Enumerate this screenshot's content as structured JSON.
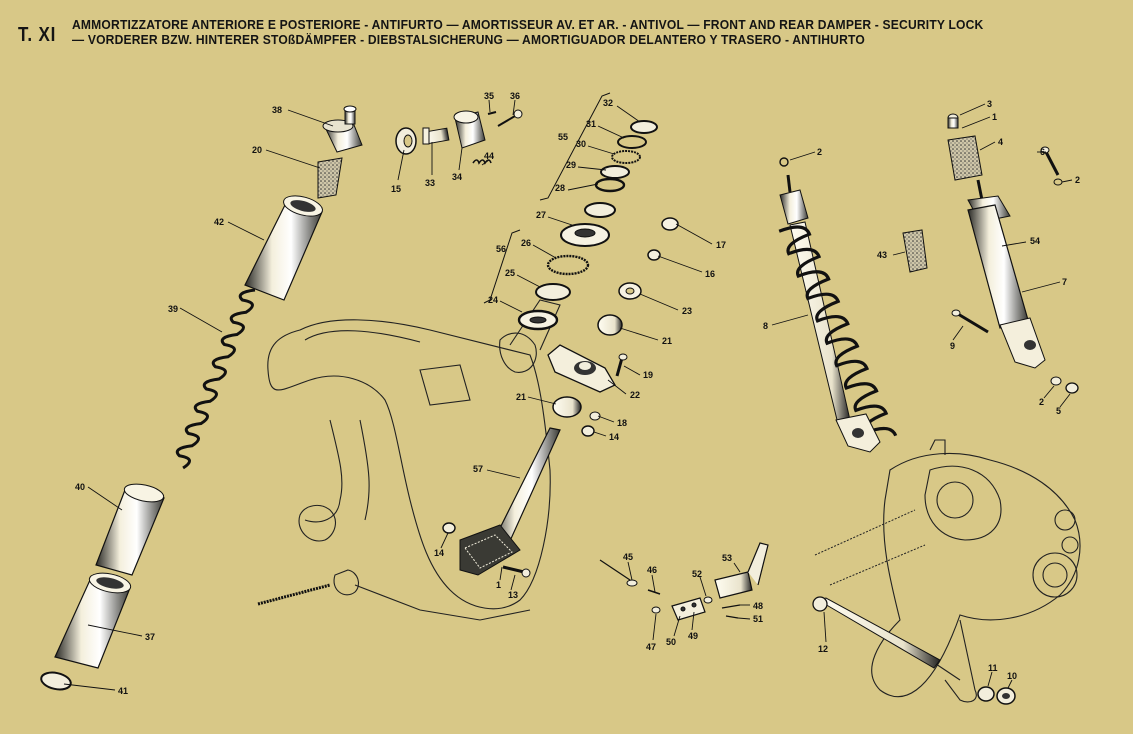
{
  "header": {
    "plate": "T. XI",
    "line1": "AMMORTIZZATORE ANTERIORE E POSTERIORE - ANTIFURTO — AMORTISSEUR AV. ET AR. - ANTIVOL — FRONT AND REAR DAMPER - SECURITY LOCK",
    "line2": "— VORDERER BZW. HINTERER STOßDÄMPFER - DIEBSTALSICHERUNG — AMORTIGUADOR DELANTERO Y TRASERO - ANTIHURTO"
  },
  "colors": {
    "background": "#d8c887",
    "ink": "#141414"
  },
  "callouts": [
    "38",
    "20",
    "42",
    "39",
    "40",
    "37",
    "41",
    "15",
    "33",
    "34",
    "35",
    "36",
    "44",
    "32",
    "31",
    "30",
    "29",
    "28",
    "27",
    "26",
    "25",
    "24",
    "55",
    "56",
    "17",
    "16",
    "23",
    "21",
    "19",
    "22",
    "21",
    "18",
    "14",
    "57",
    "14",
    "1",
    "13",
    "45",
    "46",
    "47",
    "50",
    "49",
    "52",
    "53",
    "48",
    "51",
    "2",
    "8",
    "3",
    "1",
    "4",
    "6",
    "2",
    "54",
    "43",
    "7",
    "9",
    "2",
    "5",
    "12",
    "11",
    "10"
  ]
}
